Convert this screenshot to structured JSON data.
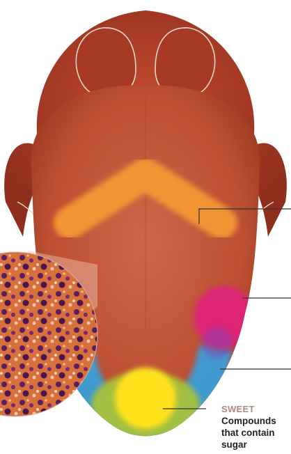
{
  "labels": {
    "sweet": {
      "title": "SWEET",
      "description_lines": [
        "Compounds",
        "that contain",
        "sugar"
      ]
    }
  },
  "colors": {
    "tongue": "#c65a3e",
    "tongue_dark": "#8f2e1d",
    "bitter_zone": "#f79a34",
    "sour_zone": "#e0207a",
    "salty_zone": "#3aa0d8",
    "sweet_zone": "#ffe21f",
    "overlap_zone": "#a8c23a",
    "leader_line": "#333333"
  },
  "icons": {
    "papillae_inset": "papillae-microscope-inset"
  }
}
